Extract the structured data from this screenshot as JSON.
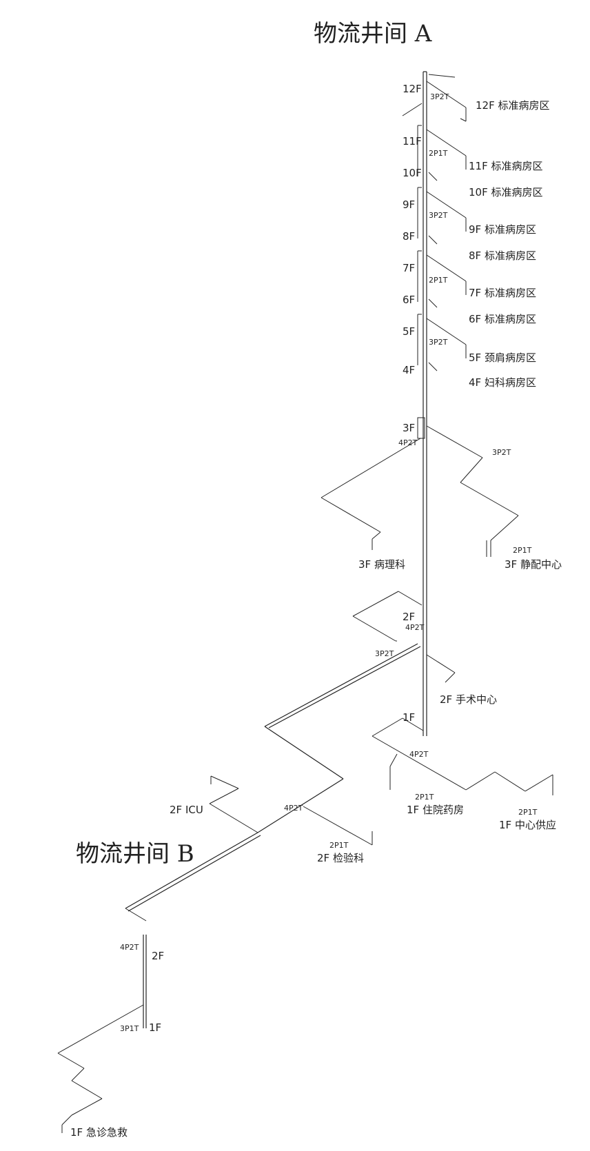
{
  "titles": {
    "shaft_a": "物流井间 A",
    "shaft_b": "物流井间 B"
  },
  "floors": [
    "12F",
    "11F",
    "10F",
    "9F",
    "8F",
    "7F",
    "6F",
    "5F",
    "4F",
    "3F",
    "2F",
    "1F"
  ],
  "junctions": {
    "j12": "3P2T",
    "j11": "2P1T",
    "j9": "3P2T",
    "j7": "2P1T",
    "j5": "3P2T",
    "j3a": "4P2T",
    "j3b": "3P2T",
    "j3c": "2P1T",
    "j2a": "4P2T",
    "j2b": "3P2T",
    "j1a": "4P2T",
    "j1b": "2P1T",
    "j1c": "2P1T",
    "jb1": "4P2T",
    "jb2": "2P1T",
    "jb3": "4P2T",
    "jb4": "3P1T"
  },
  "stations": {
    "s12": "12F 标准病房区",
    "s11": "11F 标准病房区",
    "s10": "10F 标准病房区",
    "s9": "9F 标准病房区",
    "s8": "8F 标准病房区",
    "s7": "7F 标准病房区",
    "s6": "6F 标准病房区",
    "s5": "5F 颈肩病房区",
    "s4": "4F 妇科病房区",
    "s3p": "3F 病理科",
    "s3j": "3F 静配中心",
    "s2s": "2F 手术中心",
    "s1y": "1F 住院药房",
    "s1g": "1F 中心供应",
    "s2i": "2F ICU",
    "s2j": "2F 检验科",
    "s1e": "1F 急诊急救"
  }
}
